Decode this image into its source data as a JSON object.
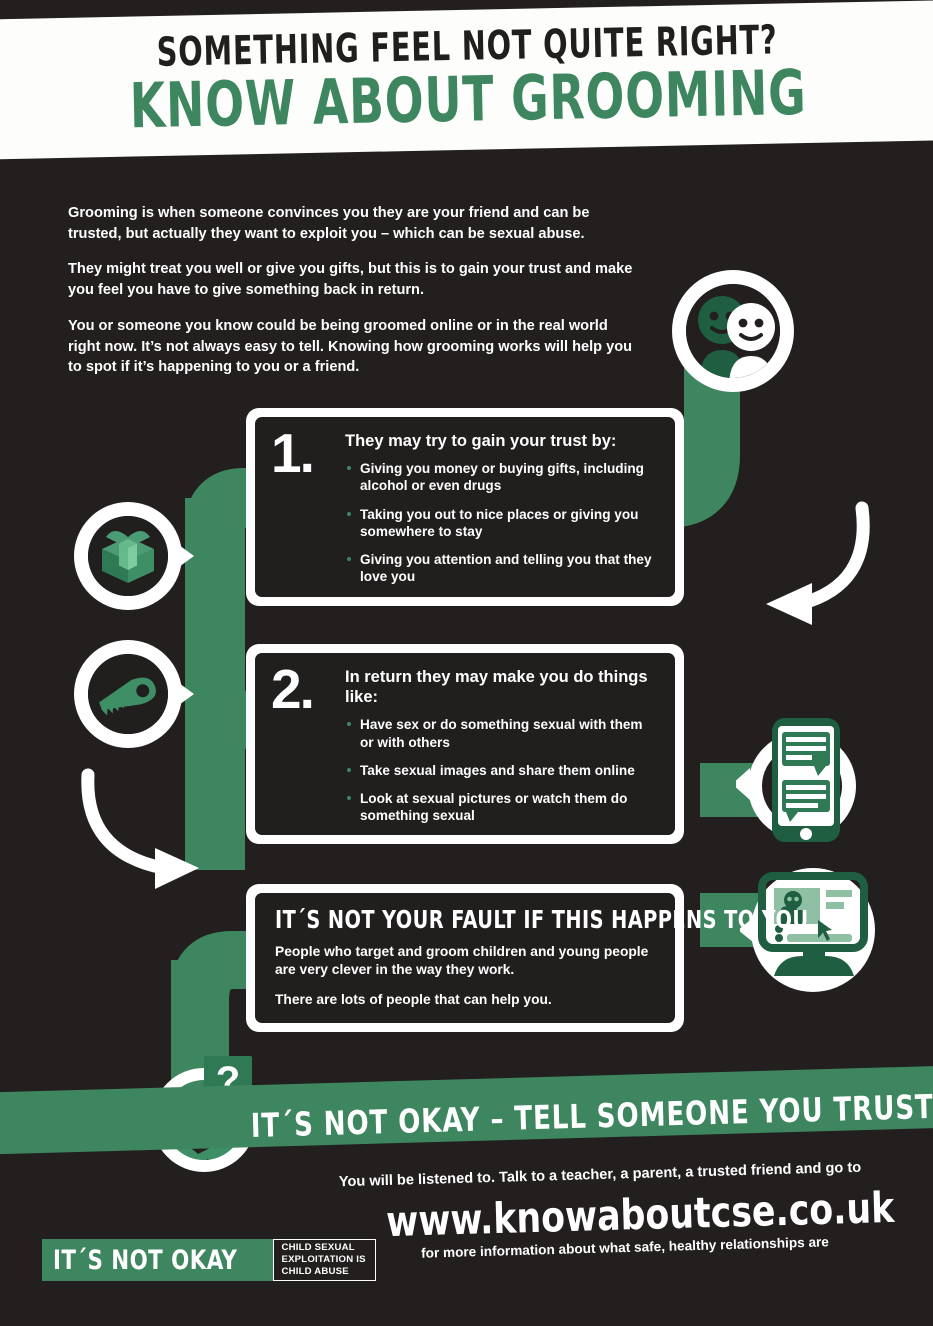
{
  "header": {
    "line1": "SOMETHING FEEL NOT QUITE RIGHT?",
    "line2": "KNOW ABOUT GROOMING"
  },
  "intro": {
    "p1": "Grooming is when someone convinces you they are your friend and can be trusted, but actually they want to exploit you – which can be sexual abuse.",
    "p2": "They might treat you well or give you gifts, but this is to gain your trust and make you feel you have to give something back in return.",
    "p3": "You or someone you know could be being groomed online or in the real world right now. It’s not always easy to tell. Knowing how grooming works will help you to spot if it’s happening to you or a friend."
  },
  "steps": [
    {
      "number": "1.",
      "heading": "They may try to gain your trust by:",
      "bullets": [
        "Giving you money or buying gifts, including alcohol or even drugs",
        "Taking you out to nice places or giving you somewhere to stay",
        "Giving you attention and telling you that they love you"
      ]
    },
    {
      "number": "2.",
      "heading": "In return they may make you do things like:",
      "bullets": [
        "Have sex or do something sexual with them or with others",
        "Take sexual images and share them online",
        "Look at sexual pictures or watch them do something sexual"
      ]
    }
  ],
  "fault_box": {
    "heading": "IT´S NOT YOUR FAULT IF THIS HAPPENS TO YOU",
    "p1": "People who target and groom children and young people are very clever in the way they work.",
    "p2": "There are lots of people that can help you."
  },
  "banner": {
    "headline": "IT´S NOT OKAY – TELL SOMEONE YOU TRUST",
    "cta_line1": "You will be listened to. Talk to a teacher, a parent, a trusted friend and go to",
    "url": "www.knowaboutcse.co.uk",
    "cta_line2": "for more information about what safe, healthy relationships are"
  },
  "footer_logo": {
    "green_text": "IT´S NOT OKAY",
    "line1": "CHILD SEXUAL",
    "line2": "EXPLOITATION IS",
    "line3": "CHILD ABUSE"
  },
  "icons": {
    "people": "two-people-icon",
    "gift": "gift-box-icon",
    "key": "key-icon",
    "phone": "phone-chat-icon",
    "computer": "computer-video-chat-icon",
    "logo_faces": "two-faces-question-icon"
  },
  "colors": {
    "background": "#221f1e",
    "green": "#3e8660",
    "dark_green": "#245c42",
    "light_green": "#8fc0a4",
    "white": "#ffffff"
  }
}
